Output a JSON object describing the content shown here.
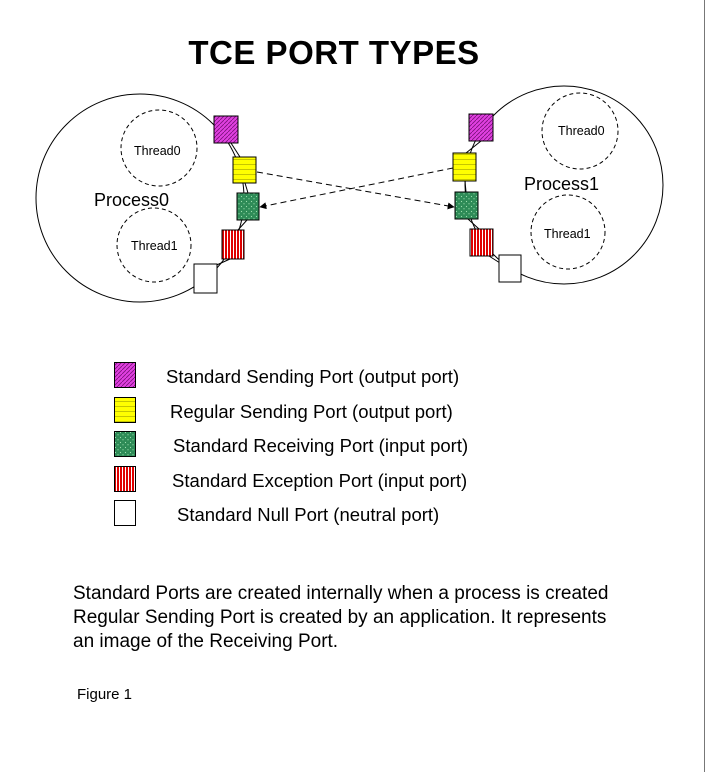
{
  "title": "TCE PORT TYPES",
  "processes": [
    {
      "label": "Process0",
      "threads": [
        "Thread0",
        "Thread1"
      ]
    },
    {
      "label": "Process1",
      "threads": [
        "Thread0",
        "Thread1"
      ]
    }
  ],
  "legend": [
    {
      "pattern": "magenta-hatch",
      "color": "#e040e0",
      "label": "Standard Sending Port (output port)"
    },
    {
      "pattern": "yellow-lines",
      "color": "#ffff00",
      "label": "Regular Sending Port (output port)"
    },
    {
      "pattern": "green-dots",
      "color": "#2e8b57",
      "label": "Standard Receiving Port (input port)"
    },
    {
      "pattern": "red-stripes",
      "color": "#e00000",
      "label": "Standard Exception Port (input port)"
    },
    {
      "pattern": "white",
      "color": "#ffffff",
      "label": "Standard Null Port (neutral port)"
    }
  ],
  "note_lines": [
    "Standard Ports are created internally when a process is created",
    "Regular Sending Port is created by an application. It represents",
    "an image of the Receiving Port."
  ],
  "figure_label": "Figure 1"
}
